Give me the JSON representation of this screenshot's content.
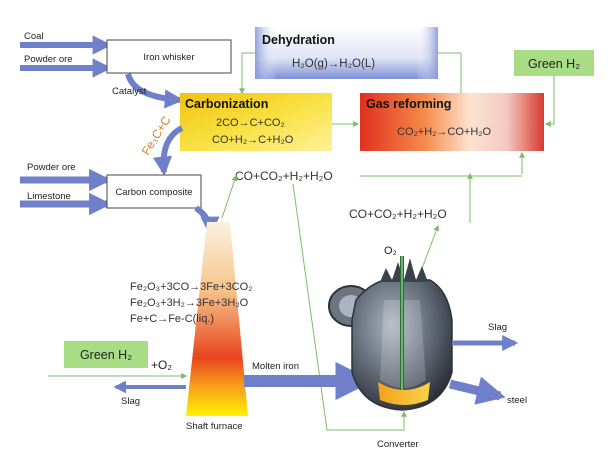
{
  "inputs": {
    "coal": "Coal",
    "powder_ore_top": "Powder ore",
    "catalyst": "Catalyst",
    "powder_ore_mid": "Powder ore",
    "limestone": "Limestone",
    "fe3c": "Fe₃C+C"
  },
  "boxes": {
    "iron_whisker": "Iron whisker",
    "carbon_composite": "Carbon composite"
  },
  "dehydration": {
    "title": "Dehydration",
    "eq": "H₂O(g)→H₂O(L)"
  },
  "carbonization": {
    "title": "Carbonization",
    "eq1": "2CO→C+CO₂",
    "eq2": "CO+H₂→C+H₂O"
  },
  "gas_reforming": {
    "title": "Gas reforming",
    "eq": "CO₂+H₂→CO+H₂O"
  },
  "green_h2_top": "Green H₂",
  "green_h2_bottom": "Green H₂",
  "plus_o2": "+O₂",
  "gas_mix_1": "CO+CO₂+H₂+H₂O",
  "gas_mix_2": "CO+CO₂+H₂+H₂O",
  "o2_label": "O₂",
  "shaft_equations": {
    "eq1": "Fe₂O₃+3CO→3Fe+3CO₂",
    "eq2": "Fe₂O₃+3H₂→3Fe+3H₂O",
    "eq3": "Fe+C→Fe-C(liq.)"
  },
  "outputs": {
    "molten_iron": "Molten iron",
    "slag_left": "Slag",
    "slag_right": "Slag",
    "steel": "steel"
  },
  "units": {
    "shaft_furnace": "Shaft furnace",
    "converter": "Converter"
  },
  "colors": {
    "arrow_blue": "#6f7fc9",
    "flow_green": "#8cc878",
    "carbonization_yellow": "#f3d21c",
    "reforming_red": "#e84328",
    "green_box": "#a9dd85"
  }
}
